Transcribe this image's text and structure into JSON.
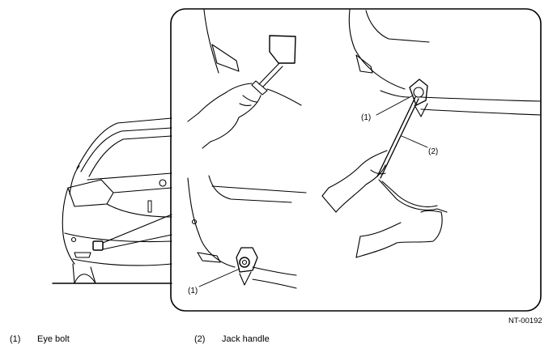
{
  "figure_code": "NT-00192",
  "callouts": {
    "eye_bolt_num": "(1)",
    "jack_handle_num": "(2)"
  },
  "legend": [
    {
      "num": "(1)",
      "label": "Eye bolt"
    },
    {
      "num": "(2)",
      "label": "Jack handle"
    }
  ]
}
